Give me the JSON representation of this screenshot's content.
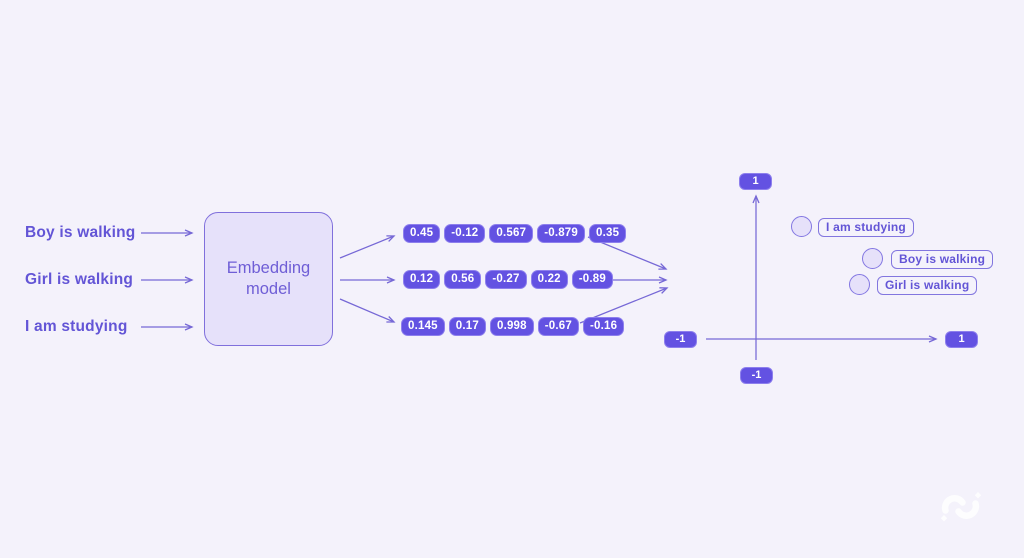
{
  "diagram_title": "Embedding model diagram",
  "colors": {
    "background": "#f4f2fb",
    "accent_badge": "#6352e2",
    "line": "#7668d6",
    "text_purple": "#6355d6",
    "box_fill": "#e6e1fa",
    "box_border": "#8070dc",
    "badge_text": "#ffffff",
    "logo": "#ffffff"
  },
  "inputs": {
    "items": [
      {
        "label": "Boy is walking"
      },
      {
        "label": "Girl is walking"
      },
      {
        "label": "I am studying"
      }
    ]
  },
  "model": {
    "label": "Embedding model"
  },
  "vectors": {
    "rows": [
      {
        "values": [
          "0.45",
          "-0.12",
          "0.567",
          "-0.879",
          "0.35"
        ]
      },
      {
        "values": [
          "0.12",
          "0.56",
          "-0.27",
          "0.22",
          "-0.89"
        ]
      },
      {
        "values": [
          "0.145",
          "0.17",
          "0.998",
          "-0.67",
          "-0.16"
        ]
      }
    ]
  },
  "plot": {
    "y_max_label": "1",
    "y_min_label": "-1",
    "x_min_label": "-1",
    "x_max_label": "1",
    "points": [
      {
        "label": "I am studying"
      },
      {
        "label": "Boy is walking"
      },
      {
        "label": "Girl is walking"
      }
    ]
  },
  "logo": {
    "name": "swirl-logo"
  }
}
